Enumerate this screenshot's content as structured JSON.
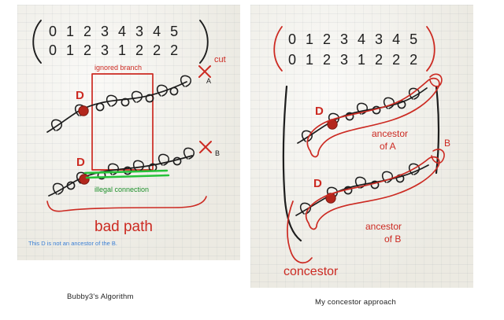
{
  "figure": {
    "title_left": "Bubby3's Algorithm",
    "title_right": "My concestor approach"
  },
  "left_panel": {
    "matrix": {
      "row1": "0 1 2 3 4 3 4 5",
      "row2": "0 1 2 3 1 2 2 2"
    },
    "labels": {
      "ignored_branch": "ignored branch",
      "cut": "cut",
      "a": "A",
      "b": "B",
      "d_top": "D",
      "d_bottom": "D",
      "x_top": "X",
      "x_bottom": "X",
      "illegal_connection": "illegal connection",
      "bad_path": "bad path",
      "footnote": "This D is not an ancestor of the B."
    }
  },
  "right_panel": {
    "matrix": {
      "row1": "0 1 2 3 4 3 4 5",
      "row2": "0 1 2 3 1 2 2 2"
    },
    "labels": {
      "d_top": "D",
      "d_bottom": "D",
      "a": "A",
      "b": "B",
      "ancestor_of_a_line1": "ancestor",
      "ancestor_of_a_line2": "of A",
      "ancestor_of_b": "ancestor",
      "ancestor_of_b_line2": "of B",
      "concestor": "concestor"
    }
  },
  "colors": {
    "red_ink": "#cc2a22",
    "dark_ink": "#1d1d1d",
    "green_ink": "#27c23a",
    "node_fill": "#b3261c",
    "blue_ink": "#3a7fd5",
    "paper": "#f4f3ee"
  }
}
